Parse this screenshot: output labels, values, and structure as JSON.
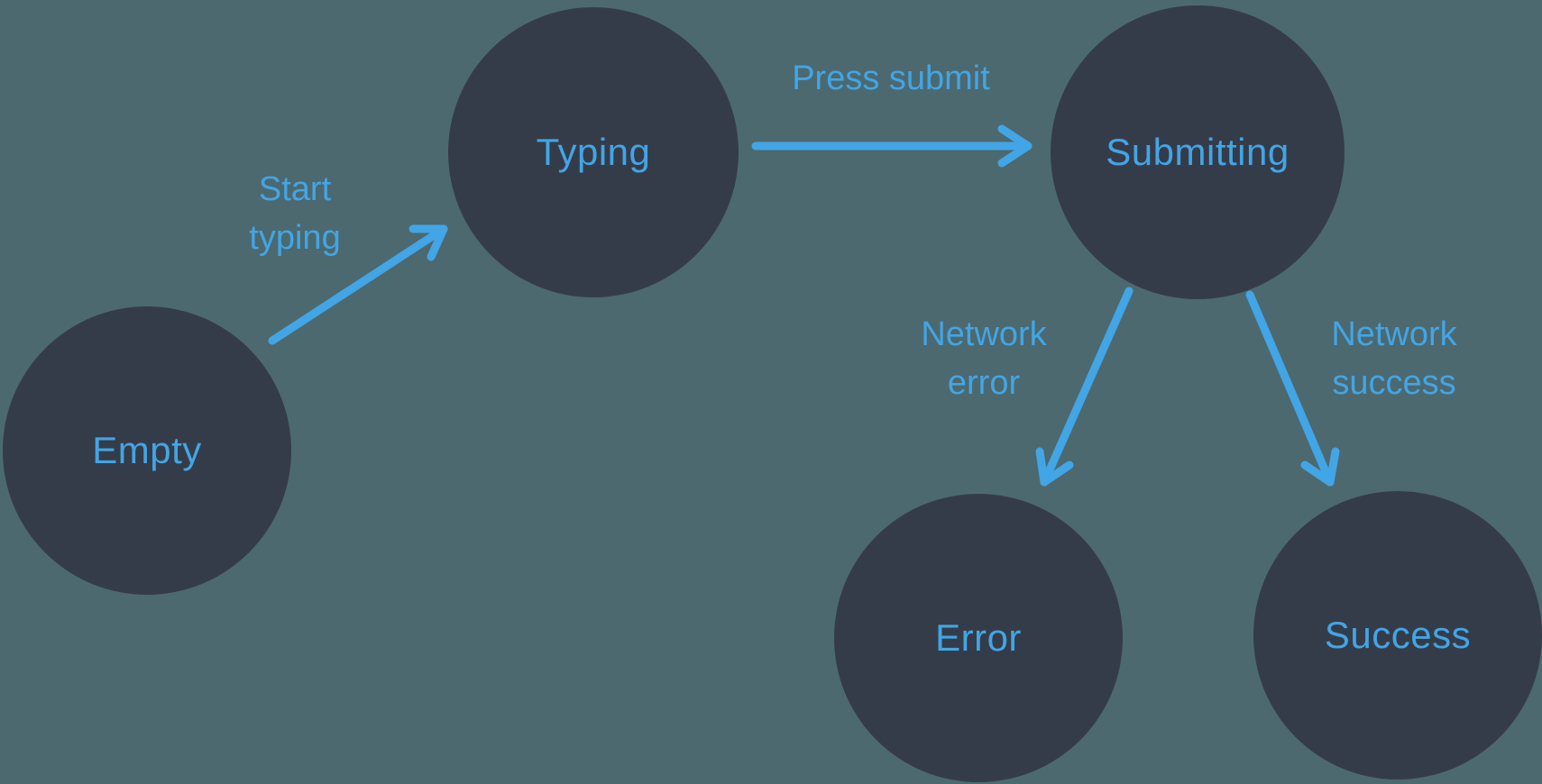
{
  "colors": {
    "background": "#4C6970",
    "node_fill": "#353C49",
    "accent": "#42A5E5"
  },
  "diagram": {
    "type": "state-machine",
    "nodes": [
      {
        "id": "empty",
        "label": "Empty"
      },
      {
        "id": "typing",
        "label": "Typing"
      },
      {
        "id": "submitting",
        "label": "Submitting"
      },
      {
        "id": "error",
        "label": "Error"
      },
      {
        "id": "success",
        "label": "Success"
      }
    ],
    "edges": [
      {
        "from": "empty",
        "to": "typing",
        "label_lines": [
          "Start",
          "typing"
        ]
      },
      {
        "from": "typing",
        "to": "submitting",
        "label_lines": [
          "Press submit"
        ]
      },
      {
        "from": "submitting",
        "to": "error",
        "label_lines": [
          "Network",
          "error"
        ]
      },
      {
        "from": "submitting",
        "to": "success",
        "label_lines": [
          "Network",
          "success"
        ]
      }
    ]
  }
}
